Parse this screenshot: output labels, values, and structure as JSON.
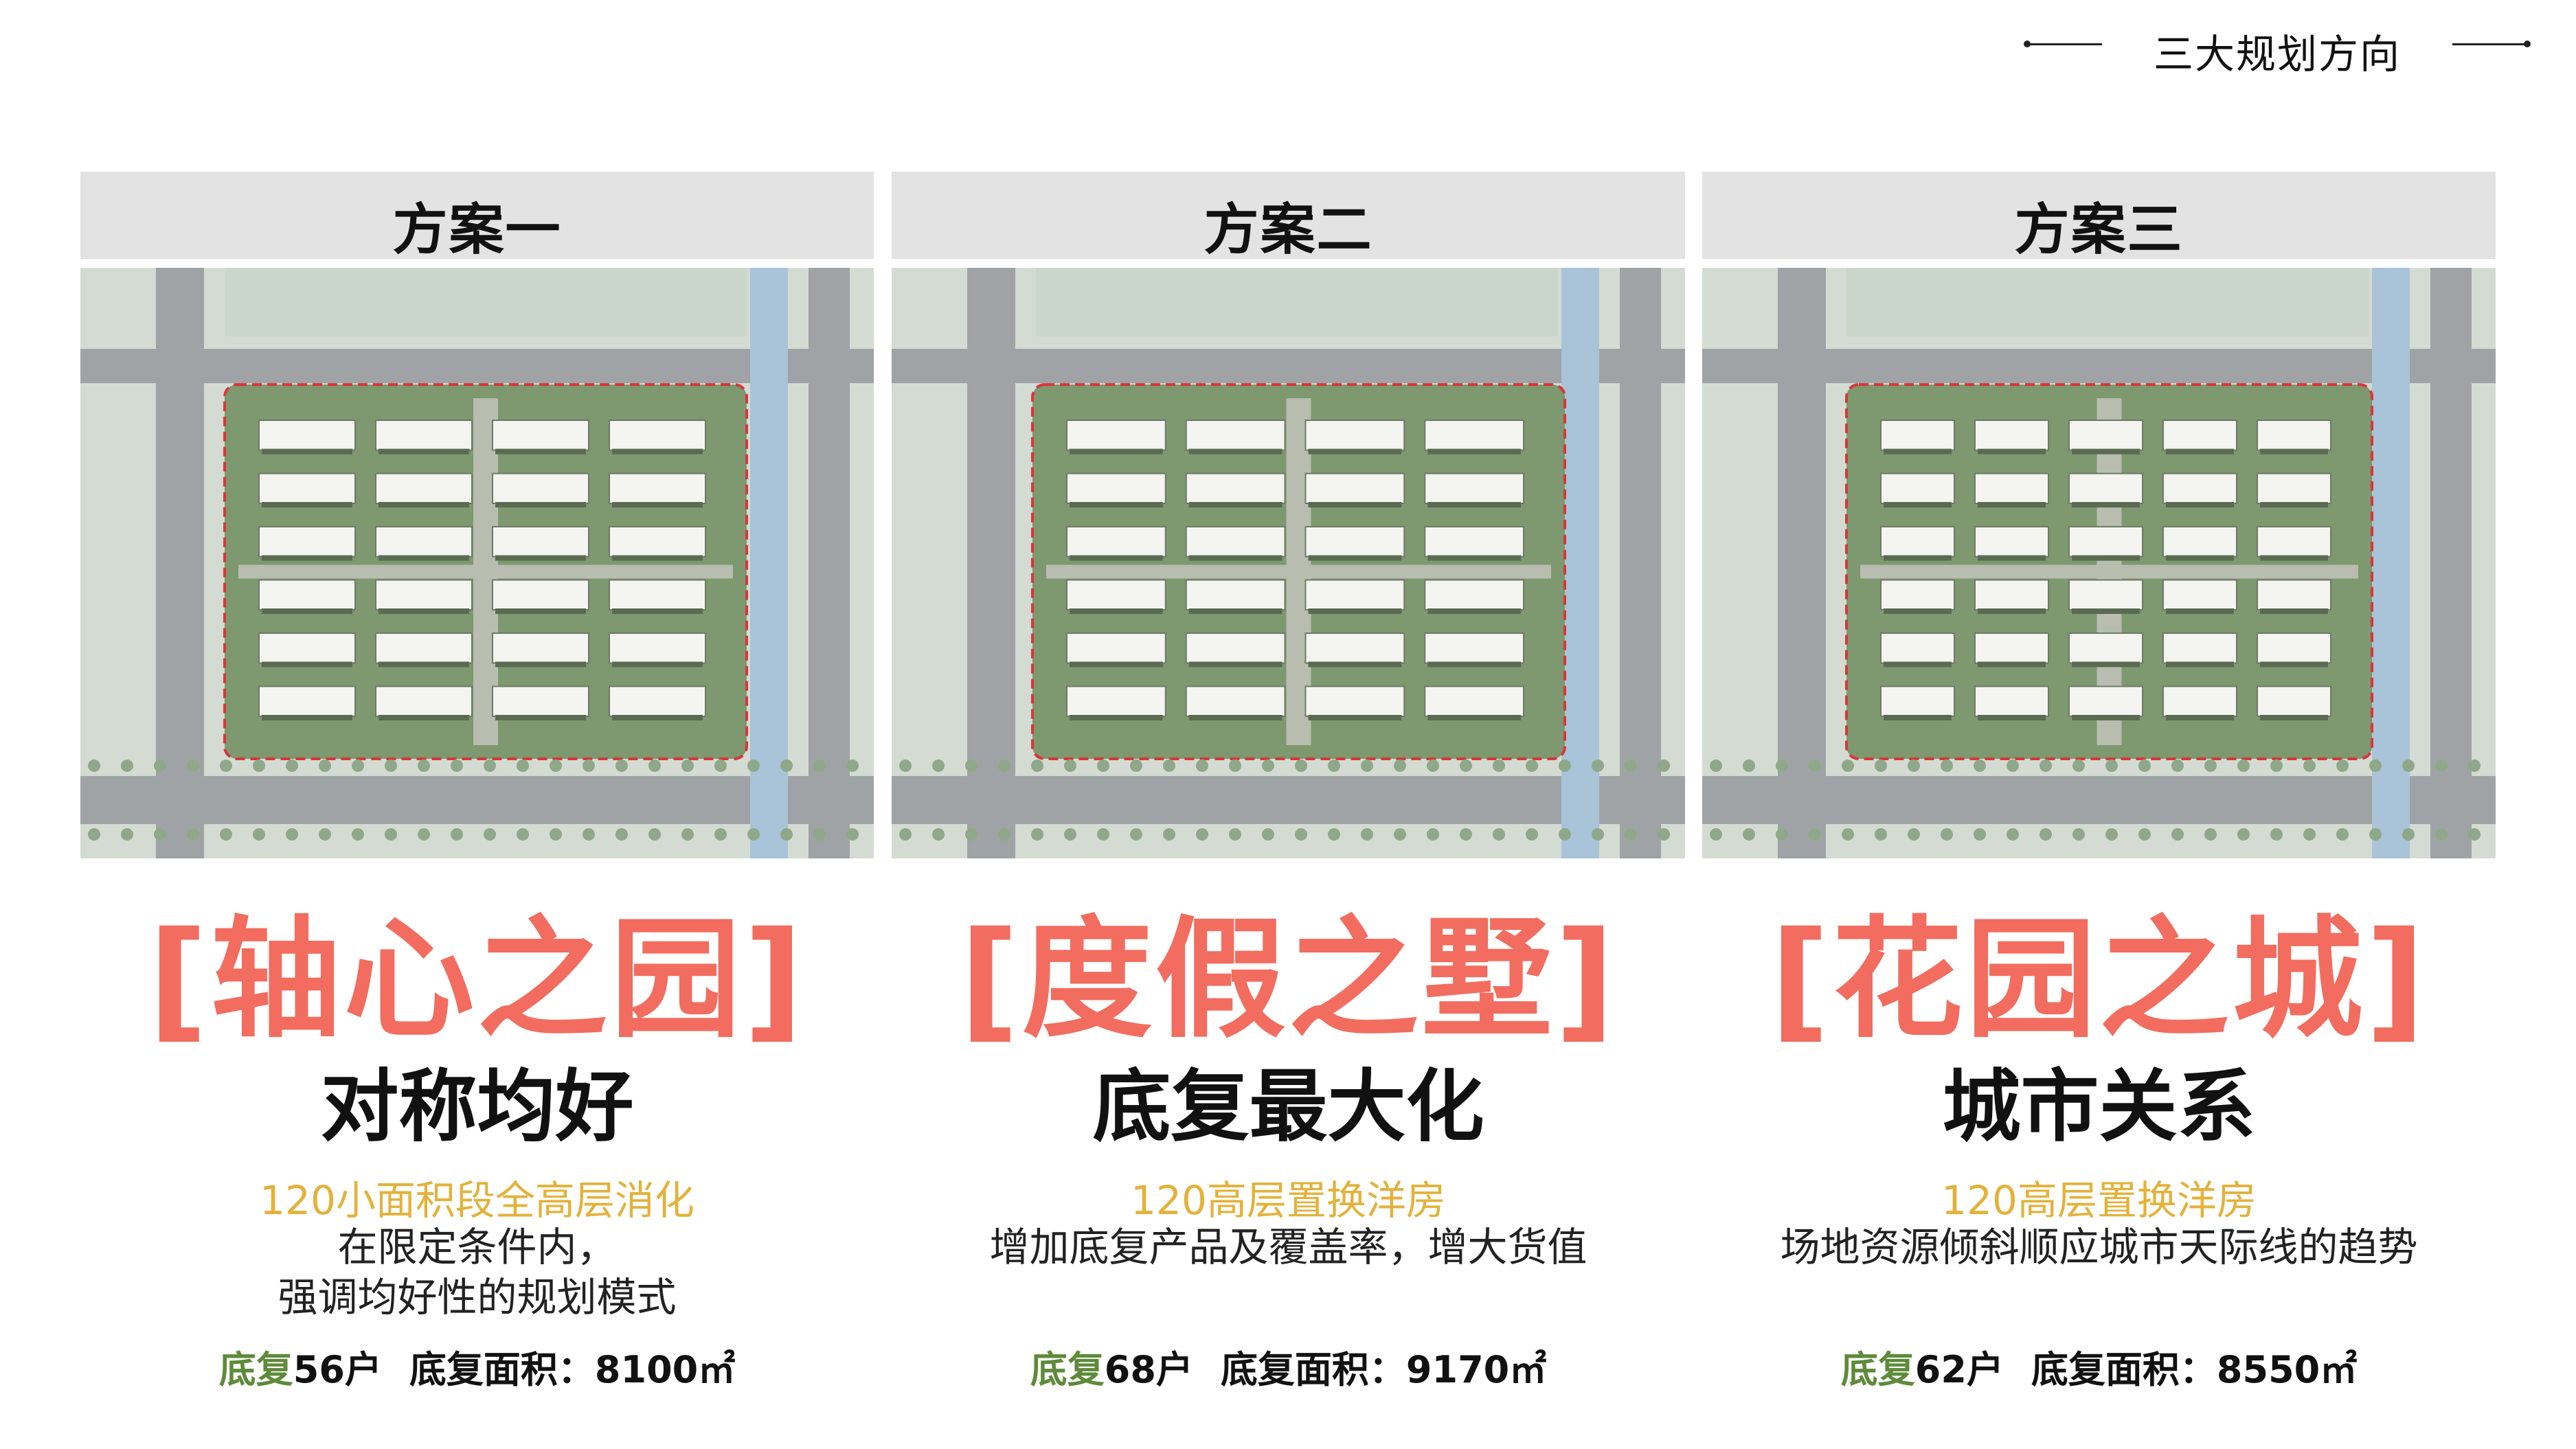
{
  "page_title": "三大规划方向",
  "colors": {
    "accent_red": "#f26d5f",
    "note_yellow": "#e3b23a",
    "label_green": "#5e8a3a"
  },
  "schemes": [
    {
      "header": "方案一",
      "title": "[轴心之园]",
      "subtitle": "对称均好",
      "note": "120小面积段全高层消化",
      "desc_lines": [
        "在限定条件内，",
        "强调均好性的规划模式"
      ],
      "villa_label": "底复",
      "villa_count": "56户",
      "area_label": "底复面积：8100㎡"
    },
    {
      "header": "方案二",
      "title": "[度假之墅]",
      "subtitle": "底复最大化",
      "note": "120高层置换洋房",
      "desc_lines": [
        "增加底复产品及覆盖率，增大货值"
      ],
      "villa_label": "底复",
      "villa_count": "68户",
      "area_label": "底复面积：9170㎡"
    },
    {
      "header": "方案三",
      "title": "[花园之城]",
      "subtitle": "城市关系",
      "note": "120高层置换洋房",
      "desc_lines": [
        "场地资源倾斜顺应城市天际线的趋势"
      ],
      "villa_label": "底复",
      "villa_count": "62户",
      "area_label": "底复面积：8550㎡"
    }
  ]
}
